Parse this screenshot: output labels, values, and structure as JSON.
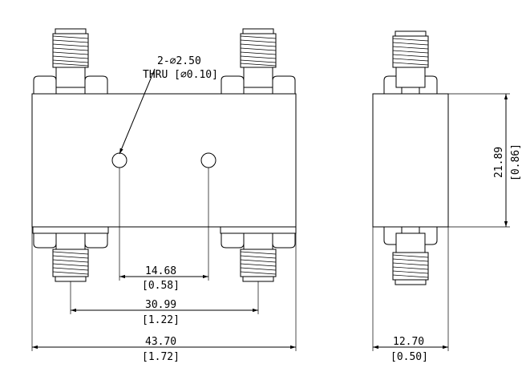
{
  "drawing": {
    "hole_callout": {
      "line1": "2-∅2.50",
      "line2": "THRU [∅0.10]"
    },
    "dimensions": {
      "hole_spacing": {
        "mm": "14.68",
        "inch": "[0.58]"
      },
      "connector_spacing": {
        "mm": "30.99",
        "inch": "[1.22]"
      },
      "overall_width": {
        "mm": "43.70",
        "inch": "[1.72]"
      },
      "height": {
        "mm": "21.89",
        "inch": "[0.86]"
      },
      "depth": {
        "mm": "12.70",
        "inch": "[0.50]"
      }
    }
  }
}
